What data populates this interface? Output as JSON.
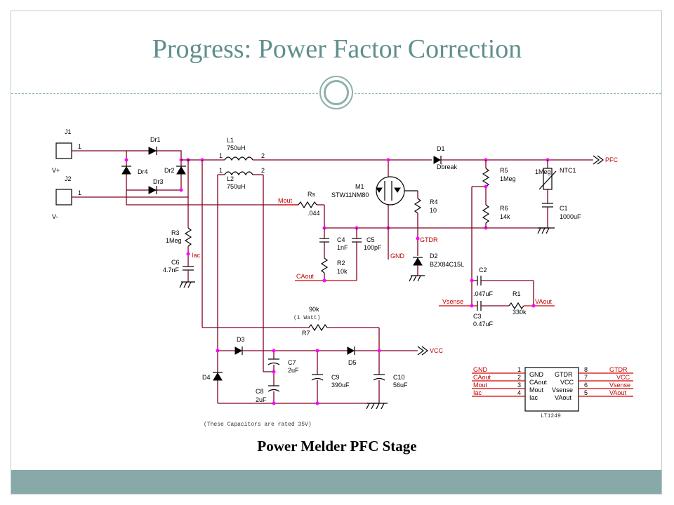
{
  "slide": {
    "title": "Progress: Power Factor Correction",
    "caption": "Power Melder PFC Stage"
  },
  "schematic": {
    "connectors": [
      "J1",
      "J2",
      "1",
      "1",
      "V+",
      "V-"
    ],
    "components": {
      "Dr1": "Dr1",
      "Dr2": "Dr2",
      "Dr3": "Dr3",
      "Dr4": "Dr4",
      "L1": "L1",
      "L1_val": "750uH",
      "L2": "L2",
      "L2_val": "750uH",
      "pin1": "1",
      "pin2": "2",
      "R3": "R3",
      "R3_val": "1Meg",
      "C6": "C6",
      "C6_val": "4.7nF",
      "Rs": "Rs",
      "Rs_val": ".044",
      "C4": "C4",
      "C4_val": "1nF",
      "C5": "C5",
      "C5_val": "100pF",
      "R2": "R2",
      "R2_val": "10k",
      "M1": "M1",
      "M1_val": "STW11NM80",
      "R4": "R4",
      "R4_val": "10",
      "D2": "D2",
      "D2_val": "BZX84C15L",
      "D1": "D1",
      "D1_val": "Dbreak",
      "R5": "R5",
      "R5_val": "1Meg",
      "R6": "R6",
      "R6_val": "14k",
      "NTC1": "NTC1",
      "C1": "C1",
      "C1_val": "1000uF",
      "C2": "C2",
      "C2_val": ".047uF",
      "C3": "C3",
      "C3_val": "0.47uF",
      "R1": "R1",
      "R1_val": "330k",
      "R7": "R7",
      "R7_val": "90k",
      "R7_note": "(1 Watt)",
      "D3": "D3",
      "D4": "D4",
      "D5": "D5",
      "C7": "C7",
      "C7_val": "2uF",
      "C8": "C8",
      "C8_val": "2uF",
      "C9": "C9",
      "C9_val": "390uF",
      "C10": "C10",
      "C10_val": "56uF"
    },
    "nets": {
      "pfc": "PFC",
      "vcc": "VCC",
      "mout": "Mout",
      "iac": "Iac",
      "caout": "CAout",
      "gnd": "GND",
      "gtdr": "GTDR",
      "vsense": "Vsense",
      "vaout": "VAout"
    },
    "note": "(These Capacitors are rated 35V)",
    "ic": {
      "name": "LT1249",
      "left_nets": [
        "GND",
        "CAout",
        "Mout",
        "Iac"
      ],
      "left_pin_nums": [
        "1",
        "2",
        "3",
        "4"
      ],
      "left_pins": [
        "GND",
        "CAout",
        "Mout",
        "Iac"
      ],
      "right_pins": [
        "GTDR",
        "VCC",
        "Vsense",
        "VAout"
      ],
      "right_pin_nums": [
        "8",
        "7",
        "6",
        "5"
      ],
      "right_nets": [
        "GTDR",
        "VCC",
        "Vsense",
        "VAout"
      ]
    }
  },
  "colors": {
    "accent": "#5f8f8d",
    "bar": "#88a9a7",
    "wire": "#800020",
    "net_label": "#d00000",
    "junction": "#ff00ff"
  }
}
